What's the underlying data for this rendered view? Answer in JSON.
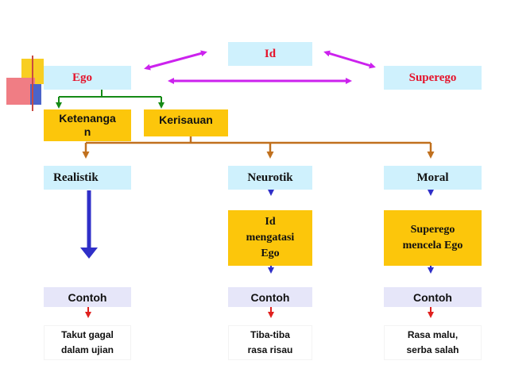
{
  "nodes": {
    "id": "Id",
    "ego": "Ego",
    "superego": "Superego",
    "ketenangan_line1": "Ketenanga",
    "ketenangan_line2": "n",
    "kerisauan": "Kerisauan",
    "realistik": "Realistik",
    "neurotik": "Neurotik",
    "moral": "Moral",
    "id_mengatasi_line1": "Id",
    "id_mengatasi_line2": "mengatasi",
    "id_mengatasi_line3": "Ego",
    "superego_mencela_line1": "Superego",
    "superego_mencela_line2": "mencela Ego",
    "contoh": "Contoh",
    "ex1_line1": "Takut gagal",
    "ex1_line2": "dalam ujian",
    "ex2_line1": "Tiba-tiba",
    "ex2_line2": "rasa risau",
    "ex3_line1": "Rasa malu,",
    "ex3_line2": "serba salah"
  },
  "colors": {
    "magenta_arrow": "#cc22ee",
    "green_arrow": "#158a15",
    "orange_arrow": "#c0701e",
    "blue_arrow": "#2f2fc8",
    "red_arrow": "#e0201e",
    "gold_box": "#fcc60b",
    "cyan_box": "#cff1fd",
    "lavender_box": "#e6e6f9"
  }
}
